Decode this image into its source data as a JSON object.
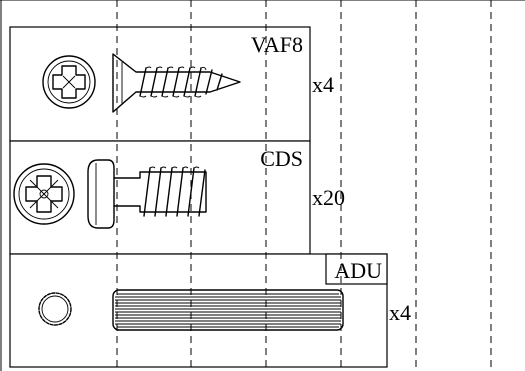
{
  "parts": [
    {
      "code": "VAF8",
      "quantity": "x4",
      "icon": "countersunk-wood-screw"
    },
    {
      "code": "CDS",
      "quantity": "x20",
      "icon": "pan-head-machine-screw"
    },
    {
      "code": "ADU",
      "quantity": "x4",
      "icon": "fluted-wooden-dowel"
    }
  ]
}
